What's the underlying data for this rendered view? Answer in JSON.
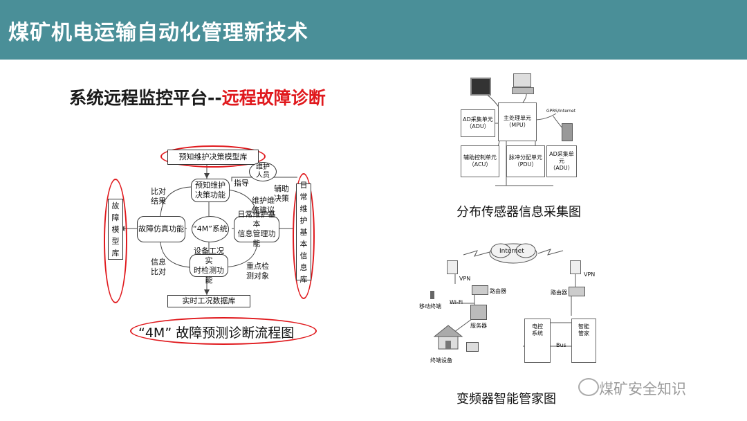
{
  "header": {
    "title": "煤矿机电运输自动化管理新技术"
  },
  "subtitle": {
    "part1": "系统远程监控平台--",
    "part2": "远程故障诊断"
  },
  "flow": {
    "top_box": "预知维护决策模型库",
    "predict": "预知维护\n决策功能",
    "center": "“4M”系统",
    "fault_sim": "故障仿真功能",
    "daily": "日常维护基本\n信息管理功能",
    "monitor": "设备工况实\n时检测功能",
    "bottom_box": "实时工况数据库",
    "left_db": "故障模型库",
    "right_db": "日常维护基本信息库",
    "staff": "维护\n人员",
    "guide": "指导",
    "assist": "辅助\n决策",
    "compare_result": "比对\n结果",
    "maint_suggest": "维护维\n修建议",
    "info_compare": "信息\n比对",
    "key_obj": "重点检\n测对象",
    "caption": "“4M” 故障预测诊断流程图"
  },
  "sensor": {
    "adu1": "AD采集单元\n（ADU）",
    "mpu": "主处理单元\n（MPU）",
    "gprs": "GPRS/Internet",
    "acu": "辅助控制单元\n（ACU）",
    "pdu": "脉冲分配单元\n（PDU）",
    "adu2": "AD采集单元\n（ADU）",
    "caption": "分布传感器信息采集图"
  },
  "vfd": {
    "internet": "Internet",
    "vpn_left": "VPN",
    "vpn_right": "VPN",
    "router_left": "路由器",
    "router_right": "路由器",
    "mobile": "移动终端",
    "wifi": "Wi-Fi",
    "server": "服务器",
    "terminal": "终端设备",
    "ecs": "电控\n系统",
    "manager": "智能\n管家",
    "bus": "Bus",
    "caption": "变频器智能管家图"
  },
  "watermark": {
    "text": "煤矿安全知识"
  }
}
